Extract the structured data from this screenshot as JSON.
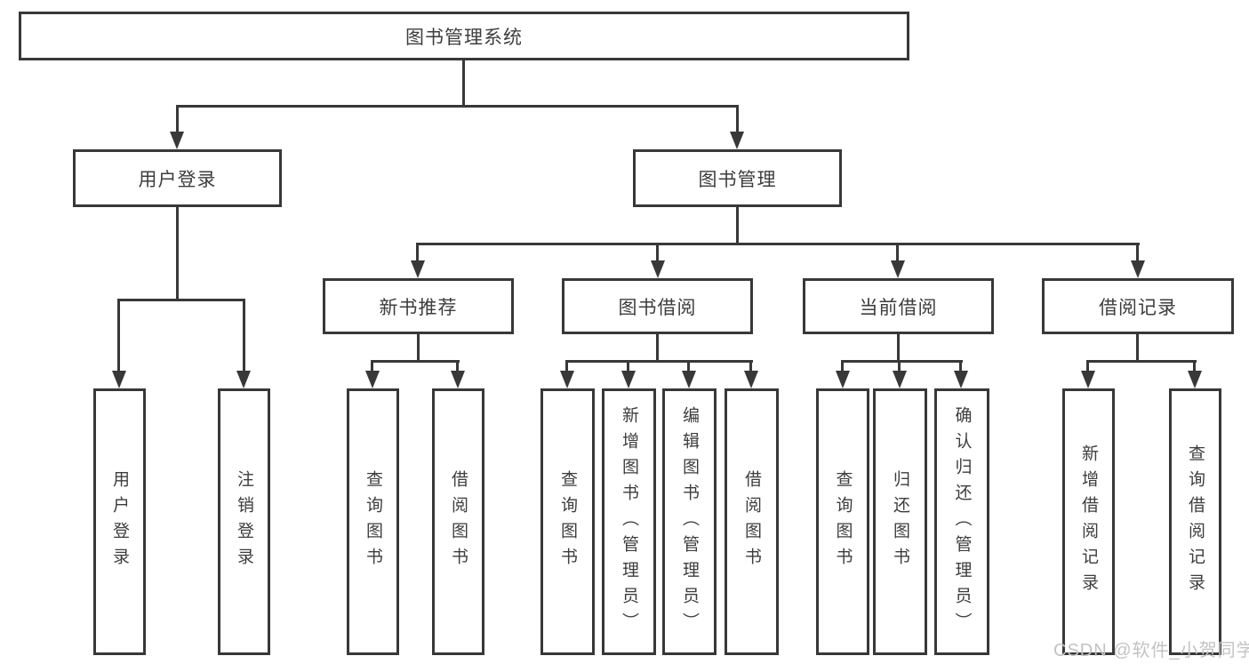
{
  "diagram": {
    "title": "图书管理系统",
    "root": {
      "label": "图书管理系统"
    },
    "level2": [
      {
        "label": "用户登录"
      },
      {
        "label": "图书管理"
      }
    ],
    "level3": [
      {
        "label": "新书推荐",
        "parent": "图书管理"
      },
      {
        "label": "图书借阅",
        "parent": "图书管理"
      },
      {
        "label": "当前借阅",
        "parent": "图书管理"
      },
      {
        "label": "借阅记录",
        "parent": "图书管理"
      }
    ],
    "leaves": [
      {
        "label": "用户登录",
        "parent": "用户登录"
      },
      {
        "label": "注销登录",
        "parent": "用户登录"
      },
      {
        "label": "查询图书",
        "parent": "新书推荐"
      },
      {
        "label": "借阅图书",
        "parent": "新书推荐"
      },
      {
        "label": "查询图书",
        "parent": "图书借阅"
      },
      {
        "label": "新增图书（管理员）",
        "parent": "图书借阅"
      },
      {
        "label": "编辑图书（管理员）",
        "parent": "图书借阅"
      },
      {
        "label": "借阅图书",
        "parent": "图书借阅"
      },
      {
        "label": "查询图书",
        "parent": "当前借阅"
      },
      {
        "label": "归还图书",
        "parent": "当前借阅"
      },
      {
        "label": "确认归还（管理员）",
        "parent": "当前借阅"
      },
      {
        "label": "新增借阅记录",
        "parent": "借阅记录"
      },
      {
        "label": "查询借阅记录",
        "parent": "借阅记录"
      }
    ]
  },
  "watermark": {
    "text": "CSDN @软件_小贺同学"
  },
  "colors": {
    "line": "#383838",
    "text": "#3d3d3d",
    "background": "#ffffff",
    "watermark": "#c3c3c3"
  }
}
